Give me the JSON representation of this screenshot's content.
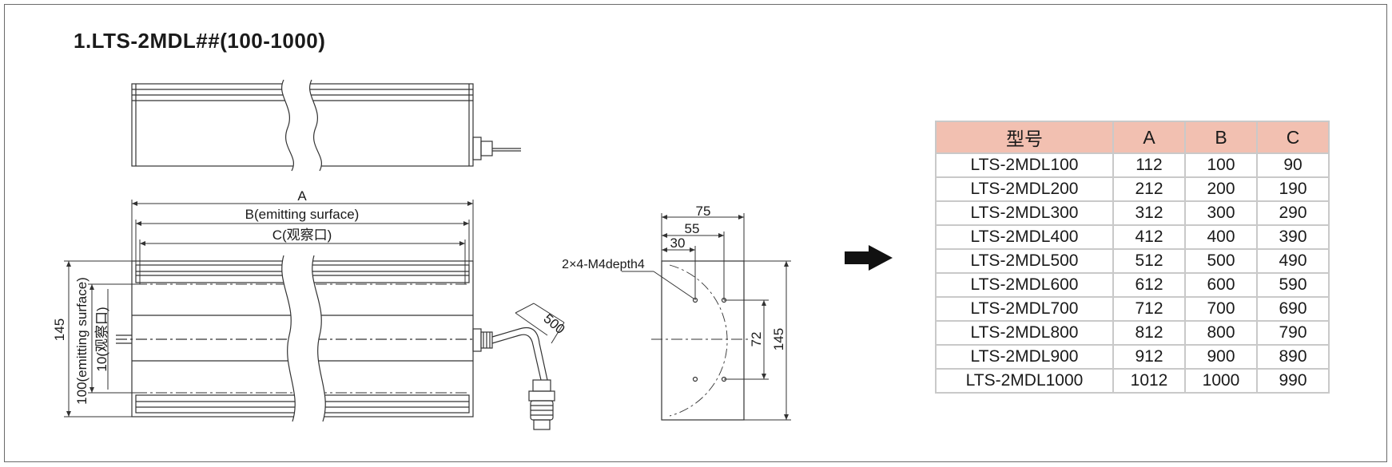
{
  "title": "1.LTS-2MDL##(100-1000)",
  "drawing": {
    "label_a": "A",
    "label_b": "B(emitting surface)",
    "label_c": "C(观察口)",
    "label_145_left": "145",
    "label_100": "100(emitting surface)",
    "label_10": "10(观察口)",
    "label_500": "500",
    "label_75": "75",
    "label_55": "55",
    "label_30": "30",
    "label_holes": "2×4-M4depth4",
    "label_72": "72",
    "label_145_right": "145"
  },
  "arrow_icon": "right-arrow-icon",
  "table": {
    "header_color": "#f2c0b1",
    "headers": [
      "型号",
      "A",
      "B",
      "C"
    ],
    "rows": [
      [
        "LTS-2MDL100",
        "112",
        "100",
        "90"
      ],
      [
        "LTS-2MDL200",
        "212",
        "200",
        "190"
      ],
      [
        "LTS-2MDL300",
        "312",
        "300",
        "290"
      ],
      [
        "LTS-2MDL400",
        "412",
        "400",
        "390"
      ],
      [
        "LTS-2MDL500",
        "512",
        "500",
        "490"
      ],
      [
        "LTS-2MDL600",
        "612",
        "600",
        "590"
      ],
      [
        "LTS-2MDL700",
        "712",
        "700",
        "690"
      ],
      [
        "LTS-2MDL800",
        "812",
        "800",
        "790"
      ],
      [
        "LTS-2MDL900",
        "912",
        "900",
        "890"
      ],
      [
        "LTS-2MDL1000",
        "1012",
        "1000",
        "990"
      ]
    ]
  }
}
